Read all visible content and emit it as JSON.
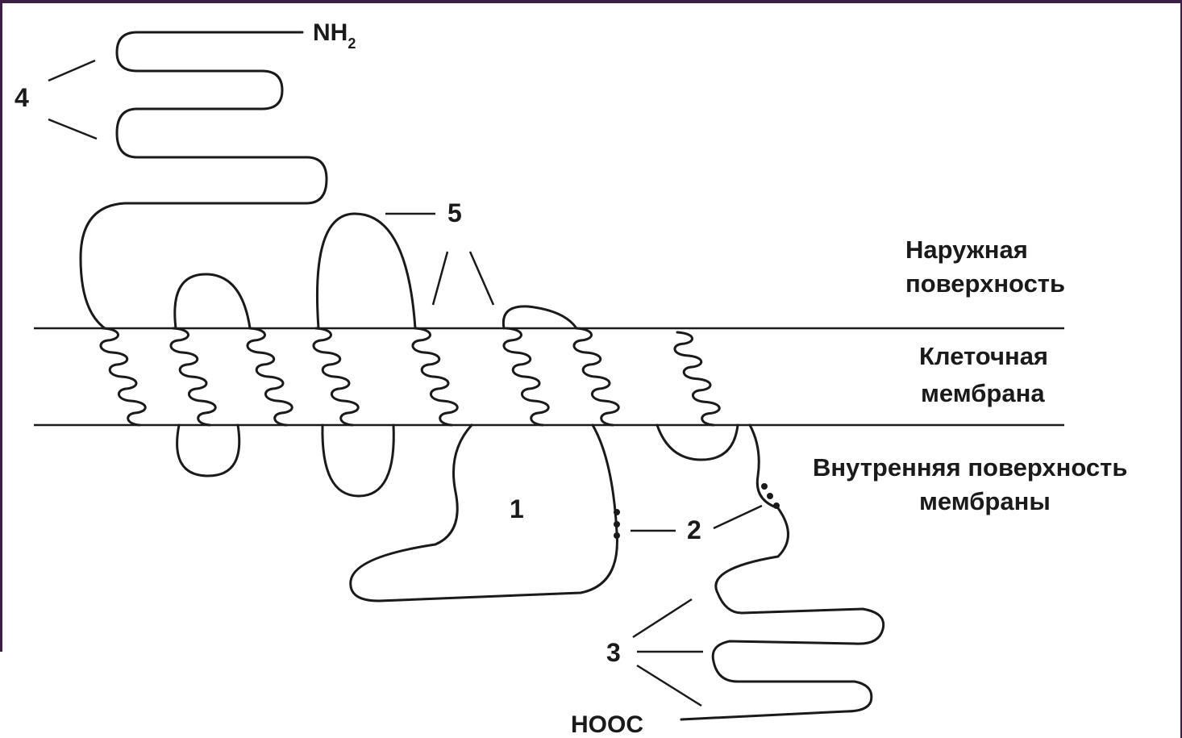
{
  "colors": {
    "frame": "#3b1f45",
    "ink": "#1a1a1a",
    "background": "#ffffff"
  },
  "terminals": {
    "n_terminus": "NH",
    "n_terminus_subscript": "2",
    "c_terminus": "HOOC"
  },
  "regions": {
    "outer_surface": [
      "Наружная",
      "поверхность"
    ],
    "cell_membrane": [
      "Клеточная",
      "мембрана"
    ],
    "inner_surface": [
      "Внутренняя поверхность",
      "мембраны"
    ]
  },
  "callouts": {
    "label_1": "1",
    "label_2": "2",
    "label_3": "3",
    "label_4": "4",
    "label_5": "5"
  }
}
